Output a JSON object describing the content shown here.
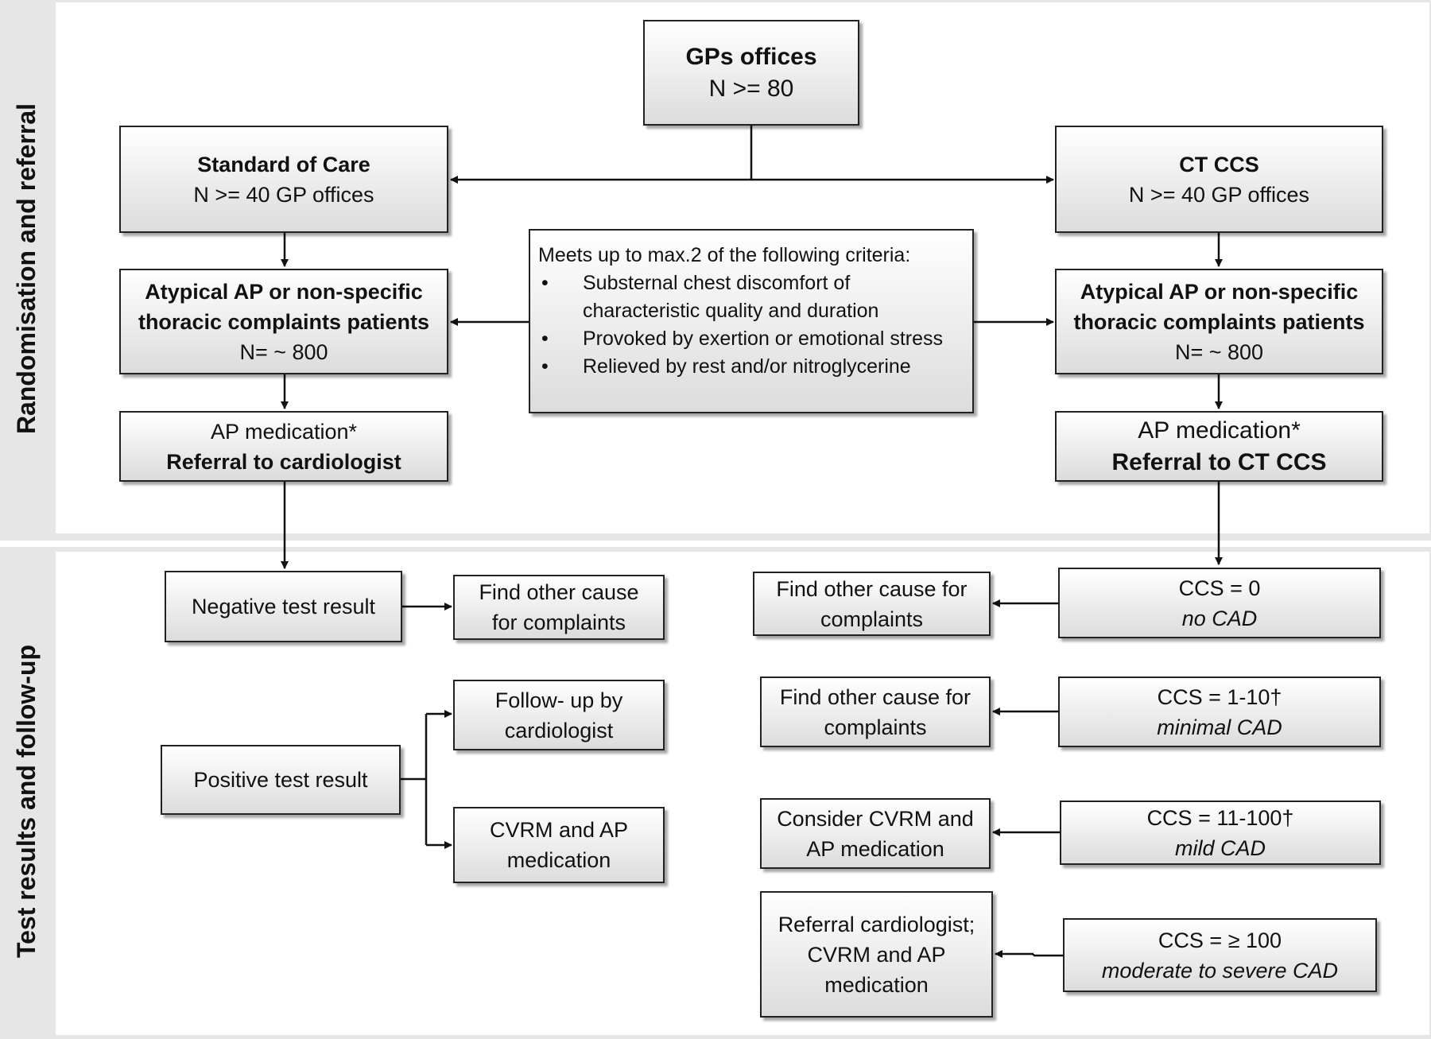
{
  "sections": {
    "randomisation": "Randomisation and referral",
    "followup": "Test results and follow-up"
  },
  "top": {
    "title": "GPs offices",
    "count": "N >= 80"
  },
  "soc": {
    "title": "Standard of Care",
    "count": "N >= 40 GP offices",
    "patients_line1": "Atypical AP or non-specific",
    "patients_line2": "thoracic complaints patients",
    "patients_count": "N= ~ 800",
    "med": "AP medication*",
    "referral": "Referral to cardiologist"
  },
  "ct": {
    "title": "CT CCS",
    "count": "N >= 40 GP offices",
    "patients_line1": "Atypical AP or non-specific",
    "patients_line2": "thoracic complaints patients",
    "patients_count": "N= ~ 800",
    "med": "AP medication*",
    "referral": "Referral to CT CCS"
  },
  "criteria": {
    "heading": "Meets up to max.2 of the following criteria:",
    "items": [
      "Substernal chest discomfort of characteristic quality and duration",
      "Provoked by exertion or emotional stress",
      "Relieved by rest and/or nitroglycerine"
    ]
  },
  "soc_results": {
    "negative": "Negative test result",
    "negative_action_1": "Find other cause",
    "negative_action_2": "for complaints",
    "positive": "Positive test result",
    "followup_1": "Follow- up by",
    "followup_2": "cardiologist",
    "cvrm_1": "CVRM and AP",
    "cvrm_2": "medication"
  },
  "ct_results": [
    {
      "score": "CCS = 0",
      "desc": "no CAD",
      "action_1": "Find other cause for",
      "action_2": "complaints"
    },
    {
      "score": "CCS = 1-10†",
      "desc": "minimal CAD",
      "action_1": "Find other cause for",
      "action_2": "complaints"
    },
    {
      "score": "CCS = 11-100†",
      "desc": "mild CAD",
      "action_1": "Consider CVRM and",
      "action_2": "AP medication"
    },
    {
      "score": "CCS = ≥ 100",
      "desc": "moderate to severe CAD",
      "action_1": "Referral cardiologist;",
      "action_2": "CVRM and AP",
      "action_3": "medication"
    }
  ]
}
